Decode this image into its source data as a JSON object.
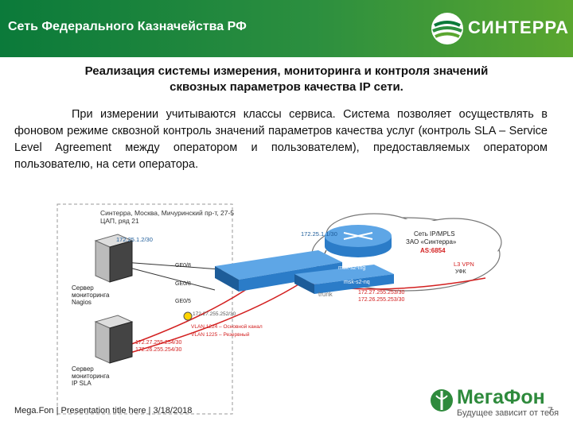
{
  "header": {
    "title": "Сеть Федерального Казначейства РФ",
    "logo_text": "СИНТЕРРА"
  },
  "content": {
    "heading_line1": "Реализация системы измерения, мониторинга и контроля значений",
    "heading_line2": "сквозных параметров качества IP сети.",
    "paragraph": "При измерении учитываются классы сервиса. Система позволяет осуществлять в фоновом режиме сквозной контроль значений параметров качества услуг (контроль SLA – Service Level Agreement между оператором и пользователем), предоставляемых оператором пользователю, на сети оператора."
  },
  "diagram": {
    "location_line1": "Синтерра, Москва, Мичуринский пр-т, 27-5",
    "location_line2": "ЦАП, ряд 21",
    "ip_server1": "172.25.1.2/30",
    "ip_core": "172.25.1.1/30",
    "cloud_line1": "Сеть IP/MPLS",
    "cloud_line2": "ЗАО «Синтерра»",
    "as_label": "AS:6854",
    "vpn_line1": "L3 VPN",
    "vpn_line2": "УФК",
    "port_ge": "GE0/8",
    "port_ge2": "GE0/8",
    "port_ge3": "GE0/5",
    "switch1_label": "msk-s2-lng",
    "switch2_label": "msk-s2-nq",
    "trunk_label": "trunk",
    "ip_right1": "172.27.255.253/30",
    "ip_right2": "172.26.255.253/30",
    "server1_line1": "Сервер",
    "server1_line2": "мониторинга",
    "server1_line3": "Nagios",
    "server2_line1": "Сервер",
    "server2_line2": "мониторинга",
    "server2_line3": "IP SLA",
    "ip_server2_line1": "172.27.255.254/30",
    "ip_server2_line2": "172.26.255.254/30",
    "vlan1": "VLAN 1224 – Основной канал",
    "vlan2": "VLAN 1225 – Резервный",
    "firewall_label": "172.27.255.252/30"
  },
  "footer": {
    "text": "Mega.Fon  | Presentation title here  |  3/18/2018",
    "page_number": "7",
    "megafon_name": "МегаФон",
    "megafon_slogan": "Будущее зависит от тебя"
  },
  "colors": {
    "header_green": "#0b7a3a",
    "brand_green": "#2e8a3c",
    "switch_blue": "#2b7cc8",
    "line_red": "#d32020"
  }
}
